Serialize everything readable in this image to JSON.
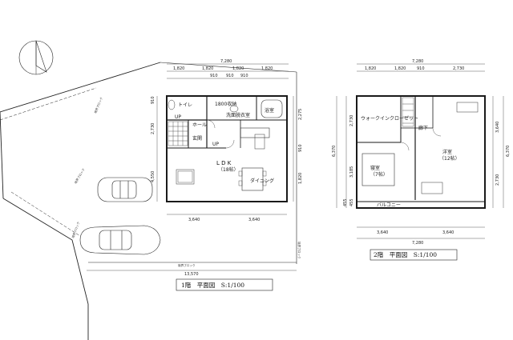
{
  "floor1": {
    "caption": "1階　平面図　S:1/100",
    "overall_width": "7,280",
    "top_dims": [
      "1,820",
      "1,820",
      "1,820",
      "1,820"
    ],
    "top_dims_inner": [
      "910",
      "910",
      "910"
    ],
    "bottom_dims": [
      "3,640",
      "3,640"
    ],
    "left_dims": [
      "910",
      "2,730",
      "4,550"
    ],
    "right_dims": [
      "2,275",
      "910",
      "1,820"
    ],
    "site_bottom": "13,570",
    "rooms": {
      "ldk": "L D K",
      "ldk_size": "（18帖）",
      "dining": "ダイニング",
      "toilet": "トイレ",
      "entrance": "玄関",
      "hall": "ホール",
      "washroom": "洗面脱衣室",
      "bath": "浴室",
      "up1": "UP",
      "up2": "UP",
      "shelf": "1800収納"
    }
  },
  "floor2": {
    "caption": "2階　平面図　S:1/100",
    "overall_width": "7,280",
    "top_dims": [
      "1,820",
      "1,820",
      "910",
      "2,730"
    ],
    "bottom_dims": [
      "3,640",
      "3,640"
    ],
    "bottom_total": "7,280",
    "left_dims": [
      "2,730",
      "3,185",
      "455",
      "455"
    ],
    "left_total": "6,370",
    "right_dims": [
      "3,640",
      "2,730"
    ],
    "right_total": "6,370",
    "rooms": {
      "walkin": "ウォークインクローゼット",
      "corridor": "廊下",
      "bedroom": "寝室",
      "bedroom_size": "（7帖）",
      "western": "洋室",
      "western_size": "（12帖）",
      "balcony": "バルコニー"
    }
  },
  "colors": {
    "line": "#1a1a1a",
    "wall": "#2a2a2a",
    "thin": "#555555"
  }
}
